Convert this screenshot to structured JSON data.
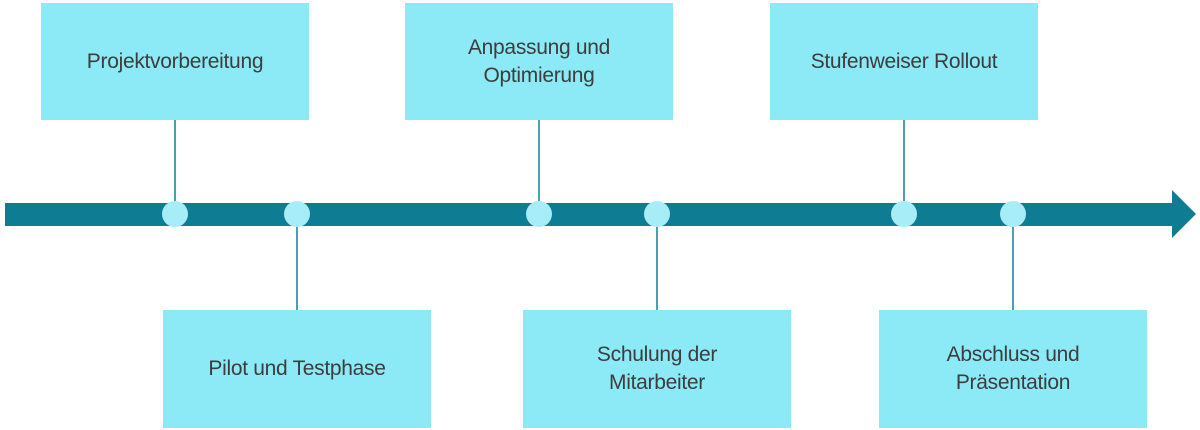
{
  "diagram": {
    "type": "timeline",
    "orientation": "horizontal",
    "colors": {
      "bar": "#0e7c92",
      "box_fill": "#8ce9f6",
      "dot_fill": "#a6edf7",
      "connector": "#4d9fb2",
      "text": "#3d3d3d",
      "background": "#ffffff"
    },
    "milestones": [
      {
        "label": "Projektvorbereitung",
        "position": "above"
      },
      {
        "label": "Pilot und Testphase",
        "position": "below"
      },
      {
        "label": "Anpassung und\nOptimierung",
        "position": "above"
      },
      {
        "label": "Schulung der\nMitarbeiter",
        "position": "below"
      },
      {
        "label": "Stufenweiser Rollout",
        "position": "above"
      },
      {
        "label": "Abschluss und\nPräsentation",
        "position": "below"
      }
    ]
  }
}
